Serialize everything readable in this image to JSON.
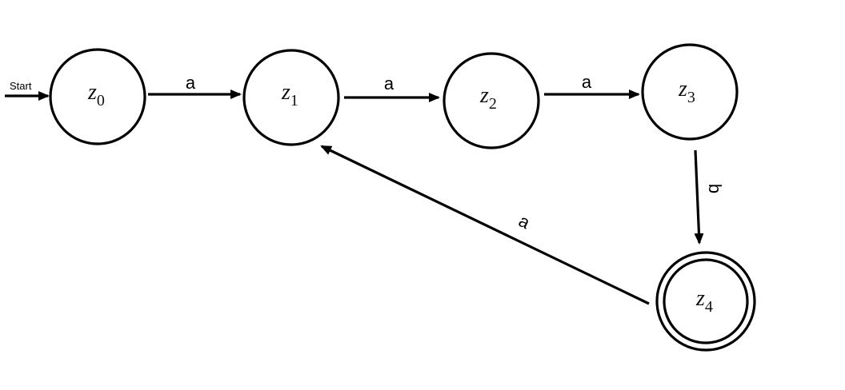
{
  "diagram": {
    "type": "finite-automaton",
    "start_label": "Start",
    "states": [
      {
        "id": "z0",
        "name": "z",
        "sub": "0",
        "accepting": false,
        "start": true
      },
      {
        "id": "z1",
        "name": "z",
        "sub": "1",
        "accepting": false,
        "start": false
      },
      {
        "id": "z2",
        "name": "z",
        "sub": "2",
        "accepting": false,
        "start": false
      },
      {
        "id": "z3",
        "name": "z",
        "sub": "3",
        "accepting": false,
        "start": false
      },
      {
        "id": "z4",
        "name": "z",
        "sub": "4",
        "accepting": true,
        "start": false
      }
    ],
    "transitions": [
      {
        "from": "z0",
        "to": "z1",
        "label": "a"
      },
      {
        "from": "z1",
        "to": "z2",
        "label": "a"
      },
      {
        "from": "z2",
        "to": "z3",
        "label": "a"
      },
      {
        "from": "z3",
        "to": "z4",
        "label": "b"
      },
      {
        "from": "z4",
        "to": "z1",
        "label": "a"
      }
    ],
    "colors": {
      "stroke": "#000000",
      "background": "#ffffff"
    }
  }
}
